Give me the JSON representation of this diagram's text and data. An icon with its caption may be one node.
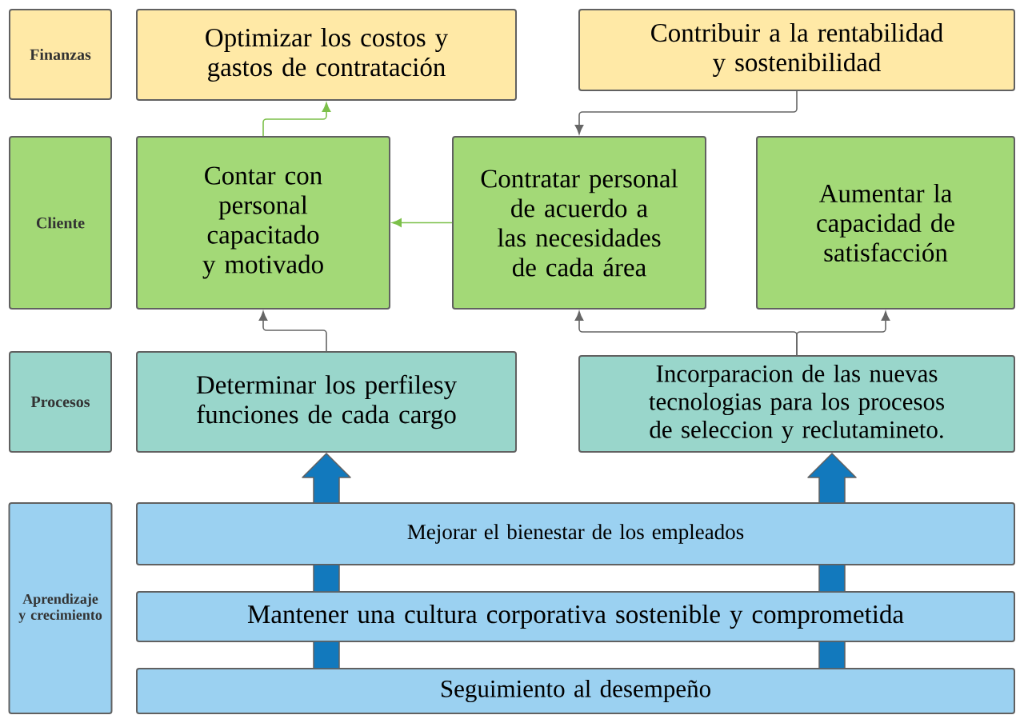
{
  "diagram": {
    "nodes": [
      {
        "text": [
          "Finanzas"
        ]
      },
      {
        "text": [
          "Optimizar los costos y gastos de contratación"
        ]
      },
      {
        "text": [
          "Contribuir a la rentabilidad y sostenibilidad"
        ]
      },
      {
        "text": [
          "Cliente"
        ]
      },
      {
        "text": [
          "Contar con personal capacitado y motivado"
        ]
      },
      {
        "text": [
          "Contratar personal de acuerdo a las necesidades de cada área"
        ]
      },
      {
        "text": [
          "Aumentar la capacidad de satisfacción"
        ]
      },
      {
        "text": [
          "Procesos"
        ]
      },
      {
        "text": [
          "Determinar los perfilesy funciones de cada cargo"
        ]
      },
      {
        "text": [
          "Incorparacion de las nuevas tecnologias para los procesos de seleccion y reclutamineto."
        ]
      },
      {
        "text": [
          "Aprendizaje y crecimiento"
        ]
      },
      {
        "text": [
          "Mejorar el bienestar de los empleados"
        ]
      },
      {
        "text": [
          "Mantener una cultura corporativa sostenible y comprometida"
        ]
      },
      {
        "text": [
          "Seguimiento al desempeño"
        ]
      }
    ],
    "edges": [
      {
        "from": 4,
        "to": 1,
        "arrow": "to",
        "color": "#7cc04a"
      },
      {
        "from": 2,
        "to": 5,
        "arrow": "to"
      },
      {
        "from": 5,
        "to": 4,
        "arrow": "to",
        "color": "#7cc04a"
      },
      {
        "from": 8,
        "to": 4,
        "arrow": "to"
      },
      {
        "from": 9,
        "to": 5,
        "arrow": "to"
      },
      {
        "from": 9,
        "to": 6,
        "arrow": "to"
      },
      {
        "from": 11,
        "to": 8,
        "arrow": "to",
        "style": "thick",
        "color": "#1279bd"
      },
      {
        "from": 12,
        "to": 11,
        "arrow": "none",
        "style": "thick",
        "color": "#1279bd"
      },
      {
        "from": 13,
        "to": 12,
        "arrow": "none",
        "style": "thick",
        "color": "#1279bd"
      },
      {
        "from": 11,
        "to": 9,
        "arrow": "to",
        "style": "thick",
        "color": "#1279bd"
      },
      {
        "from": 12,
        "to": 11,
        "arrow": "none",
        "style": "thick",
        "color": "#1279bd"
      },
      {
        "from": 13,
        "to": 12,
        "arrow": "none",
        "style": "thick",
        "color": "#1279bd"
      }
    ]
  }
}
